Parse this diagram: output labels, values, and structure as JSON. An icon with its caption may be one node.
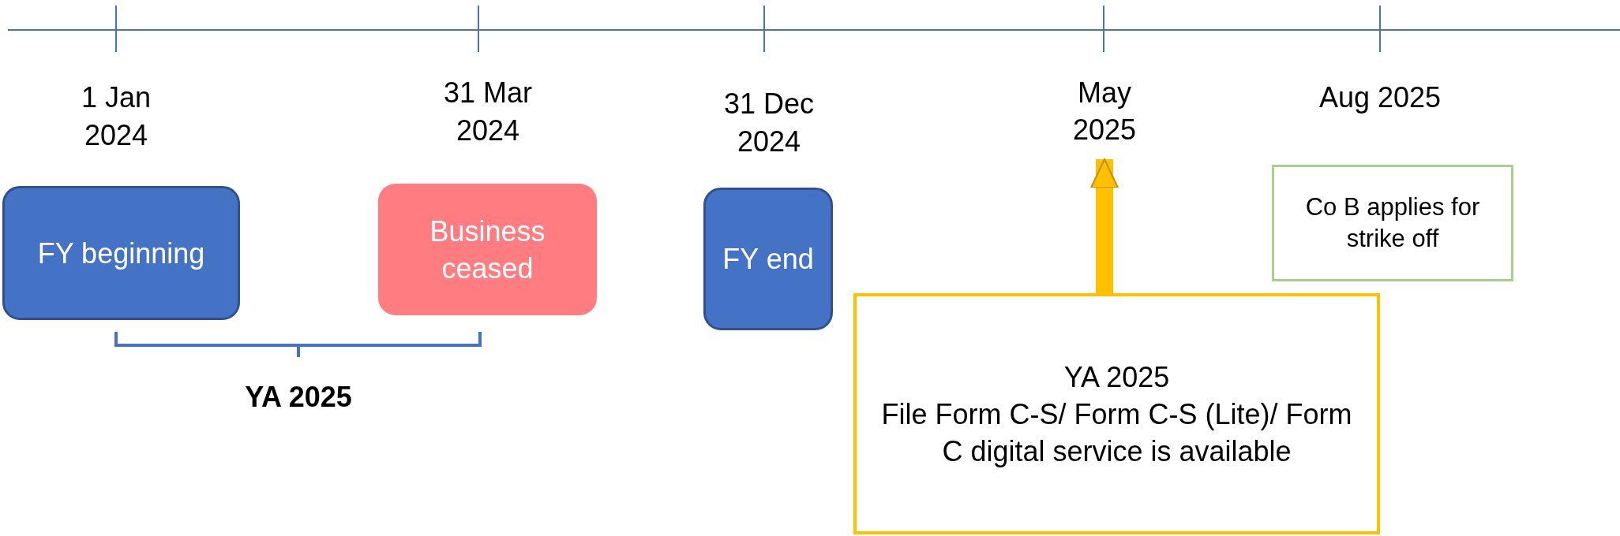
{
  "diagram": {
    "nodes": [
      {
        "text": [
          "FY beginning"
        ]
      },
      {
        "text": [
          "Business ceased"
        ]
      },
      {
        "text": [
          "FY end"
        ]
      },
      {
        "text": [
          "May 2025"
        ]
      },
      {
        "text": [
          "Co B applies for strike off"
        ]
      },
      {
        "text": [
          "YA 2025",
          "File Form C-S/ Form C-S (Lite)/ Form C digital service is available"
        ]
      }
    ],
    "edges": [
      {
        "from": 5,
        "to": 3,
        "arrow": "to"
      }
    ],
    "labels": [
      "1 Jan 2024",
      "31 Mar 2024",
      "31 Dec 2024",
      "Aug 2025",
      "YA 2025"
    ]
  }
}
